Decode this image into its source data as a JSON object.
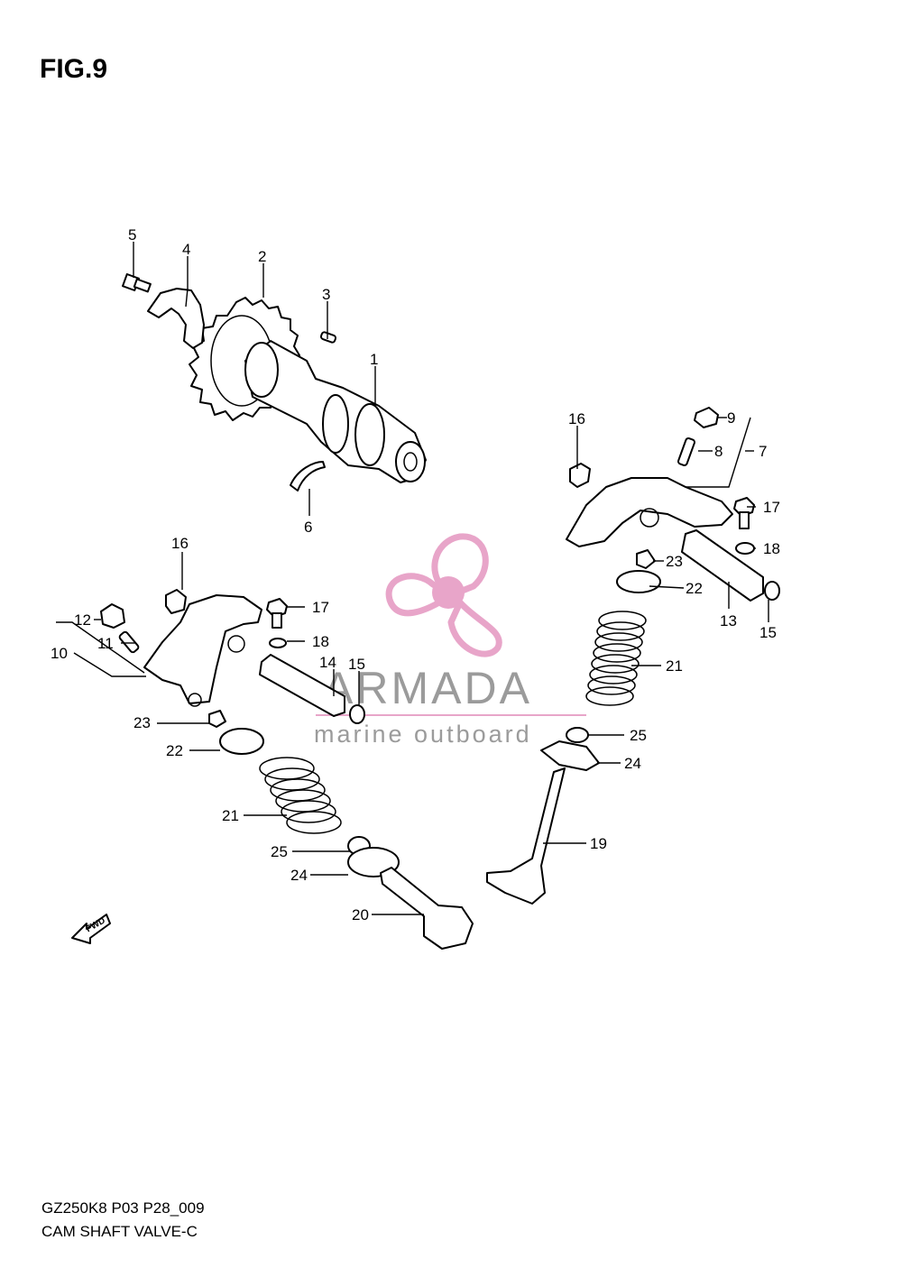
{
  "figure": {
    "title": "FIG.9"
  },
  "footer": {
    "code": "GZ250K8 P03 P28_009",
    "name": "CAM SHAFT VALVE-C"
  },
  "watermark": {
    "brand": "ARMADA",
    "tagline": "marine outboard",
    "colors": {
      "propeller": "#e8a5c9",
      "hub": "#e8a5c9",
      "text": "#8a8a8a"
    }
  },
  "direction_badge": {
    "text": "FWD",
    "icon": "arrow-left-icon"
  },
  "callouts": [
    {
      "id": "c1",
      "label": "1"
    },
    {
      "id": "c2",
      "label": "2"
    },
    {
      "id": "c3",
      "label": "3"
    },
    {
      "id": "c4",
      "label": "4"
    },
    {
      "id": "c5",
      "label": "5"
    },
    {
      "id": "c6",
      "label": "6"
    },
    {
      "id": "c7",
      "label": "7"
    },
    {
      "id": "c8",
      "label": "8"
    },
    {
      "id": "c9",
      "label": "9"
    },
    {
      "id": "c10",
      "label": "10"
    },
    {
      "id": "c11",
      "label": "11"
    },
    {
      "id": "c12",
      "label": "12"
    },
    {
      "id": "c13",
      "label": "13"
    },
    {
      "id": "c14",
      "label": "14"
    },
    {
      "id": "c15a",
      "label": "15"
    },
    {
      "id": "c15b",
      "label": "15"
    },
    {
      "id": "c16a",
      "label": "16"
    },
    {
      "id": "c16b",
      "label": "16"
    },
    {
      "id": "c17a",
      "label": "17"
    },
    {
      "id": "c17b",
      "label": "17"
    },
    {
      "id": "c18a",
      "label": "18"
    },
    {
      "id": "c18b",
      "label": "18"
    },
    {
      "id": "c19",
      "label": "19"
    },
    {
      "id": "c20",
      "label": "20"
    },
    {
      "id": "c21a",
      "label": "21"
    },
    {
      "id": "c21b",
      "label": "21"
    },
    {
      "id": "c22a",
      "label": "22"
    },
    {
      "id": "c22b",
      "label": "22"
    },
    {
      "id": "c23a",
      "label": "23"
    },
    {
      "id": "c23b",
      "label": "23"
    },
    {
      "id": "c24a",
      "label": "24"
    },
    {
      "id": "c24b",
      "label": "24"
    },
    {
      "id": "c25a",
      "label": "25"
    },
    {
      "id": "c25b",
      "label": "25"
    }
  ]
}
